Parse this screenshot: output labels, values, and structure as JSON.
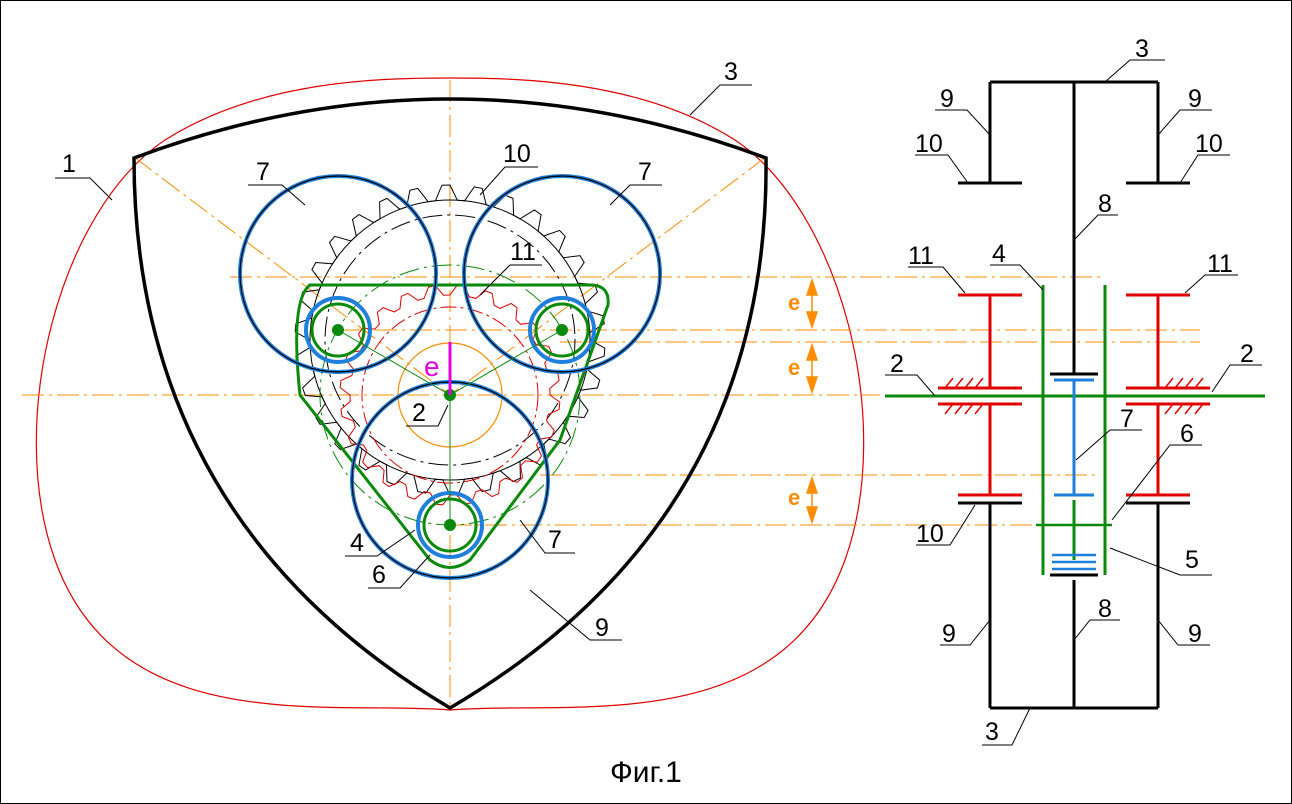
{
  "caption": "Фиг.1",
  "left_labels": {
    "l1": "1",
    "l3": "3",
    "l10": "10",
    "l7a": "7",
    "l7b": "7",
    "l11": "11",
    "l2": "2",
    "l4": "4",
    "l6": "6",
    "l7c": "7",
    "l9": "9",
    "e_center": "e"
  },
  "e_labels": [
    "e",
    "e",
    "e"
  ],
  "right_labels": {
    "r3top": "3",
    "r9l": "9",
    "r9r": "9",
    "r10l": "10",
    "r10r": "10",
    "r8top": "8",
    "r11l": "11",
    "r4": "4",
    "r11r": "11",
    "r2l": "2",
    "r2r": "2",
    "r7": "7",
    "r6": "6",
    "r10b": "10",
    "r5": "5",
    "r9bl": "9",
    "r8b": "8",
    "r9br": "9",
    "r3b": "3"
  },
  "colors": {
    "outline": "#000000",
    "ellipse": "#e00000",
    "axis": "#ff8c00",
    "blue": "#1e7fdc",
    "green": "#0a8a0a",
    "red": "#e00000",
    "magenta": "#e000e0"
  }
}
